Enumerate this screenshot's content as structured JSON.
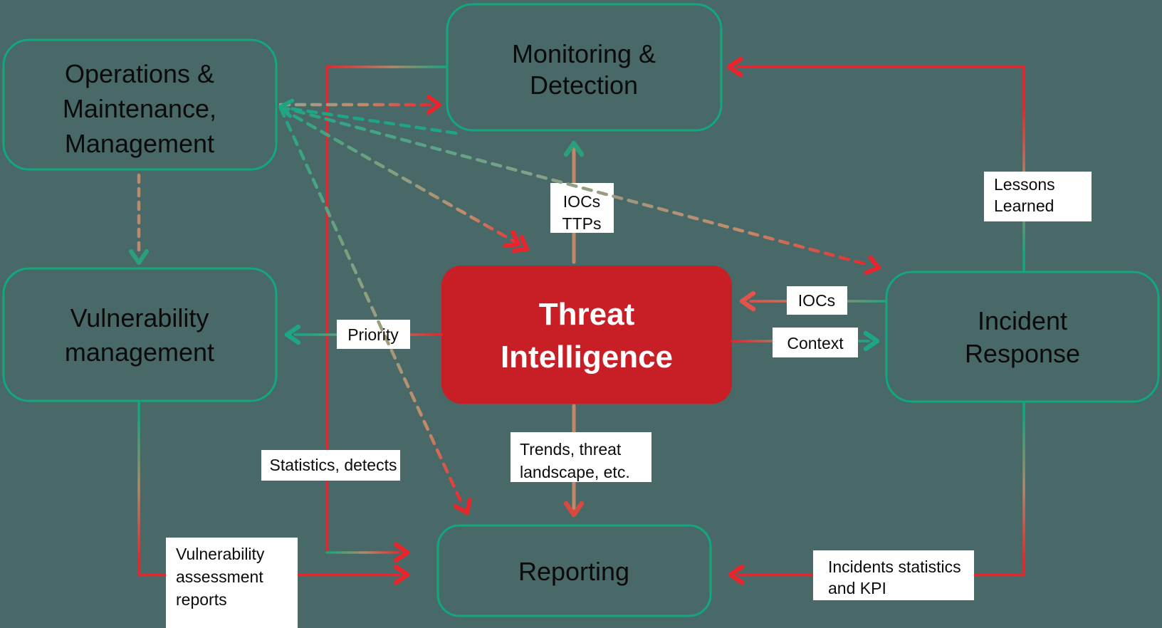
{
  "title": "Threat Intelligence process diagram",
  "colors": {
    "background": "#496868",
    "node_border": "#12a77d",
    "threat_box_fill": "#c71f25",
    "arrow_red": "#e9242b",
    "arrow_teal": "#1ea583",
    "arrow_tan": "#c08a6a",
    "label_background": "#ffffff",
    "text": "#000000"
  },
  "nodes": {
    "operations": {
      "title": "Operations & Maintenance, Management",
      "lines": [
        "Operations &",
        "Maintenance,",
        "Management"
      ]
    },
    "monitoring": {
      "title": "Monitoring & Detection",
      "lines": [
        "Monitoring &",
        "Detection"
      ]
    },
    "vulnerability": {
      "title": "Vulnerability management",
      "lines": [
        "Vulnerability",
        "management"
      ]
    },
    "threat_intelligence": {
      "title": "Threat Intelligence",
      "lines": [
        "Threat",
        "Intelligence"
      ]
    },
    "incident_response": {
      "title": "Incident Response",
      "lines": [
        "Incident",
        "Response"
      ]
    },
    "reporting": {
      "title": "Reporting",
      "lines": [
        "Reporting"
      ]
    }
  },
  "labels": {
    "iocs_ttps": {
      "lines": [
        "IOCs",
        "TTPs"
      ]
    },
    "lessons_learned": {
      "lines": [
        "Lessons",
        "Learned"
      ]
    },
    "iocs": {
      "lines": [
        "IOCs"
      ]
    },
    "context": {
      "lines": [
        "Context"
      ]
    },
    "priority": {
      "lines": [
        "Priority"
      ]
    },
    "statistics_detects": {
      "lines": [
        "Statistics, detects"
      ]
    },
    "trends": {
      "lines": [
        "Trends, threat",
        "landscape, etc."
      ]
    },
    "vulnerability_reports": {
      "lines": [
        "Vulnerability",
        "assessment",
        "reports"
      ]
    },
    "incidents_kpi": {
      "lines": [
        "Incidents statistics",
        "and KPI"
      ]
    }
  },
  "edges": [
    {
      "from": "threat_intelligence",
      "to": "monitoring",
      "label": "IOCs TTPs",
      "style": "solid"
    },
    {
      "from": "threat_intelligence",
      "to": "reporting",
      "label": "Trends, threat landscape, etc.",
      "style": "solid"
    },
    {
      "from": "threat_intelligence",
      "to": "vulnerability",
      "label": "Priority",
      "style": "solid"
    },
    {
      "from": "threat_intelligence",
      "to": "incident_response",
      "label": "Context",
      "style": "solid"
    },
    {
      "from": "incident_response",
      "to": "threat_intelligence",
      "label": "IOCs",
      "style": "solid"
    },
    {
      "from": "incident_response",
      "to": "monitoring",
      "label": "Lessons Learned",
      "style": "solid"
    },
    {
      "from": "incident_response",
      "to": "reporting",
      "label": "Incidents statistics and KPI",
      "style": "solid"
    },
    {
      "from": "monitoring",
      "to": "reporting",
      "label": "Statistics, detects",
      "style": "solid"
    },
    {
      "from": "vulnerability",
      "to": "reporting",
      "label": "Vulnerability assessment reports",
      "style": "solid"
    },
    {
      "from": "operations",
      "to": "vulnerability",
      "label": "",
      "style": "dashed"
    },
    {
      "from": "operations",
      "to": "monitoring",
      "label": "",
      "style": "dashed"
    },
    {
      "from": "operations",
      "to": "threat_intelligence",
      "label": "",
      "style": "dashed"
    },
    {
      "from": "operations",
      "to": "incident_response",
      "label": "",
      "style": "dashed"
    },
    {
      "from": "operations",
      "to": "reporting",
      "label": "",
      "style": "dashed"
    },
    {
      "from": "monitoring",
      "to": "operations",
      "label": "",
      "style": "dashed"
    }
  ]
}
